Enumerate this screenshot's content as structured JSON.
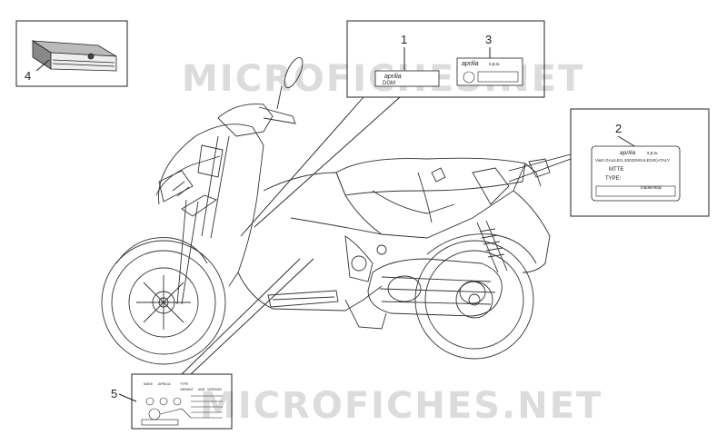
{
  "watermark": {
    "text": "MICROFICHES.NET",
    "color": "#d9d9d9"
  },
  "callouts": {
    "c1": "1",
    "c2": "2",
    "c3": "3",
    "c4": "4",
    "c5": "5"
  },
  "labels": {
    "dgm_brand": "aprilia",
    "dgm_text": "DGM",
    "sticker3_brand": "aprilia",
    "sticker3_sps": "s.p.a.",
    "plate_brand": "aprilia",
    "plate_sps": "s.p.a.",
    "plate_address": "ViaG.GALILEI1,30033NOALE(VE)-ITALY",
    "plate_mtte": "MTTE",
    "plate_type": "TYPE:",
    "plate_made": "madeinItaly",
    "tag_make": "MAKE",
    "tag_aprilia": "APRILIA",
    "tag_type": "TYPE",
    "tag_variant": "VARIANT",
    "tag_and_version": "AND",
    "tag_version": "VERSION"
  },
  "colors": {
    "line": "#222222",
    "light": "#666666",
    "watermark": "#d9d9d9"
  }
}
